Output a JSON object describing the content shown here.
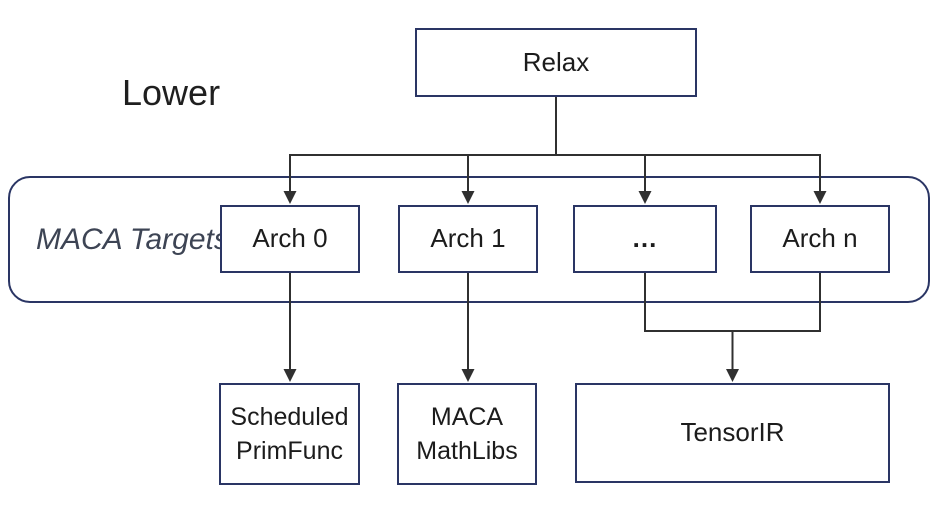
{
  "labels": {
    "lower": "Lower",
    "group": "MACA Targets"
  },
  "nodes": {
    "relax": "Relax",
    "arch": [
      "Arch 0",
      "Arch 1",
      "…",
      "Arch n"
    ],
    "outputs": [
      {
        "lines": [
          "Scheduled",
          "PrimFunc"
        ]
      },
      {
        "lines": [
          "MACA",
          "MathLibs"
        ]
      },
      {
        "lines": [
          "TensorIR"
        ]
      }
    ]
  },
  "colors": {
    "box_border": "#2a3564",
    "connector": "#303030",
    "group_label": "#3d4454",
    "text": "#1c1c1c"
  }
}
